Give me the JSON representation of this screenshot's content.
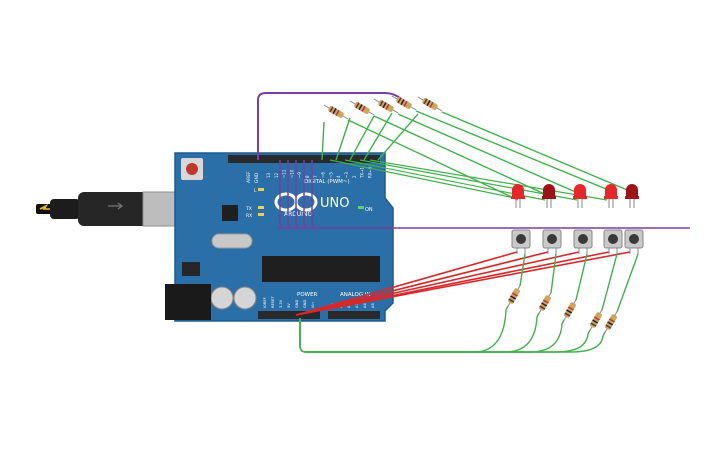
{
  "board": {
    "brand": "ARDUINO",
    "model": "UNO",
    "on_label": "ON",
    "digital_label": "DIGITAL (PWM~)",
    "power_label": "POWER",
    "analog_label": "ANALOG IN",
    "aref_label": "AREF",
    "gnd_label": "GND",
    "l_label": "L",
    "tx_label": "TX",
    "rx_label": "RX",
    "pin_numbers": [
      "13",
      "12",
      "~11",
      "~10",
      "~9",
      "8",
      "7",
      "~6",
      "~5",
      "4",
      "~3",
      "2",
      "TX→1",
      "RX←0"
    ],
    "power_pins": [
      "IOREF",
      "RESET",
      "3.3V",
      "5V",
      "GND",
      "GND",
      "Vin"
    ],
    "analog_pins": [
      "A0",
      "A1",
      "A2",
      "A3",
      "A4",
      "A5"
    ]
  },
  "parts": {
    "leds": 5,
    "buttons": 5,
    "led_resistors": 5,
    "button_resistors": 5
  },
  "colors": {
    "board": "#2b6fa8",
    "board_dark": "#1d5b8e",
    "header": "#2a2a2a",
    "wire_purple": "#7b3fa0",
    "wire_green": "#3fb34a",
    "wire_red": "#d9282a",
    "led_bright": "#e8262a",
    "led_dark": "#a11218",
    "button_body": "#3a3a3a",
    "button_cap": "#c9c9c9",
    "resistor_body": "#c8a16a",
    "usb_cable": "#1c1c1c",
    "usb_plug": "#bdbdbd"
  }
}
